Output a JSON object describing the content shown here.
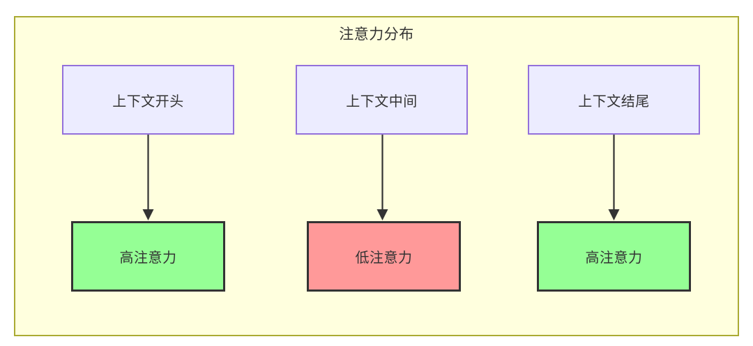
{
  "diagram": {
    "title": "注意力分布",
    "frame_fill": "#ffffde",
    "frame_stroke": "#aaaa33",
    "background": "#ffffff",
    "columns": [
      {
        "id": "start",
        "source": {
          "label": "上下文开头",
          "fill": "#ececff",
          "stroke": "#9370db"
        },
        "target": {
          "label": "高注意力",
          "fill": "#95ff95",
          "stroke": "#333333"
        },
        "edge": {
          "kind": "arrow",
          "label": ""
        }
      },
      {
        "id": "middle",
        "source": {
          "label": "上下文中间",
          "fill": "#ececff",
          "stroke": "#9370db"
        },
        "target": {
          "label": "低注意力",
          "fill": "#ff9999",
          "stroke": "#333333"
        },
        "edge": {
          "kind": "arrow",
          "label": ""
        }
      },
      {
        "id": "end",
        "source": {
          "label": "上下文结尾",
          "fill": "#ececff",
          "stroke": "#9370db"
        },
        "target": {
          "label": "高注意力",
          "fill": "#95ff95",
          "stroke": "#333333"
        },
        "edge": {
          "kind": "arrow",
          "label": ""
        }
      }
    ]
  }
}
